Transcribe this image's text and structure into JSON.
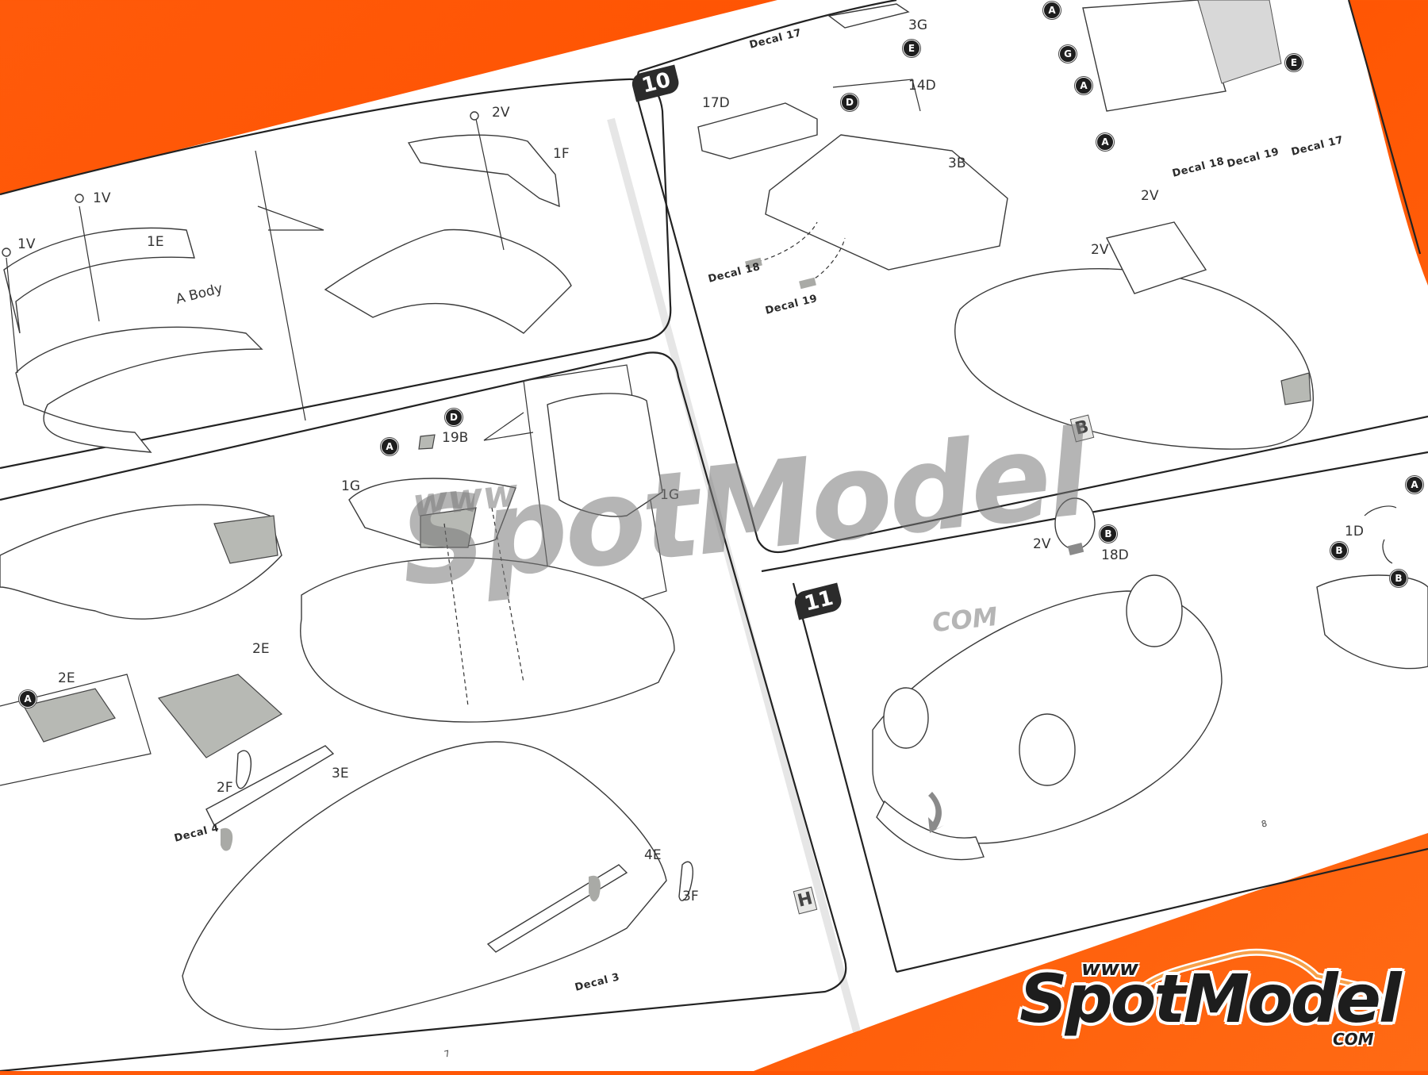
{
  "photo": {
    "background_color": "#ff5500",
    "paper_color": "#ffffff"
  },
  "left_page": {
    "page_number": "7",
    "panel_top": {
      "labels": {
        "screw_left": "1V",
        "screw_mid": "1V",
        "part_rear": "1E",
        "body": "A Body",
        "screw_right": "2V",
        "part_front": "1F"
      }
    },
    "panel_middle": {
      "labels": {
        "badge_a": "A",
        "badge_d": "D",
        "part_mirror": "19B",
        "part_windshield": "1G",
        "part_windshield_inset": "1G",
        "part_cover": "2E",
        "part_cover_inset": "2E",
        "inset_badge_a": "A"
      }
    },
    "panel_bottom": {
      "labels": {
        "part_2f": "2F",
        "part_3e": "3E",
        "decal_4": "Decal 4",
        "part_4e": "4E",
        "part_3f": "3F",
        "decal_3": "Decal 3"
      },
      "sheet_letter": "H"
    }
  },
  "right_page": {
    "page_number": "8",
    "step_10": {
      "number": "10",
      "labels": {
        "decal_17": "Decal 17",
        "part_17d": "17D",
        "badge_d": "D",
        "part_3g": "3G",
        "badge_e": "E",
        "part_14d": "14D",
        "part_3b": "3B",
        "decal_18": "Decal 18",
        "decal_19": "Decal 19",
        "screw_top": "2V",
        "screw_left": "2V"
      },
      "detail_badges": [
        "A",
        "G",
        "A",
        "A",
        "E"
      ],
      "detail_decals": [
        "Decal 18",
        "Decal 19",
        "Decal 17"
      ],
      "sheet_letter": "B"
    },
    "step_11": {
      "number": "11",
      "labels": {
        "screw": "2V",
        "badge_b_top": "B",
        "part_18d": "18D",
        "badge_a": "A",
        "part_1d": "1D",
        "badge_b_left": "B",
        "badge_b_lower": "B"
      }
    }
  },
  "watermark": {
    "www": "www",
    "brand": "SpotModel",
    "com": "COM"
  },
  "logo": {
    "www": "www",
    "brand": "SpotModel",
    "com": "COM",
    "outline_color": "#f7a14a",
    "text_color": "#1d1d1d"
  }
}
